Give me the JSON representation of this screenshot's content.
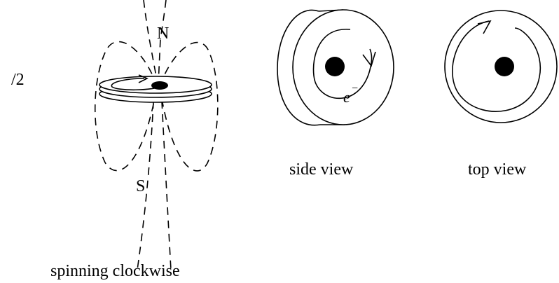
{
  "labels": {
    "fraction": "/2",
    "north": "N",
    "south": "S",
    "electron": "e",
    "electron_charge": "−",
    "spin_caption": "spinning clockwise",
    "side_caption": "side view",
    "top_caption": "top view"
  },
  "colors": {
    "ink": "#000000",
    "background": "#ffffff",
    "electron_label": "#555555"
  }
}
